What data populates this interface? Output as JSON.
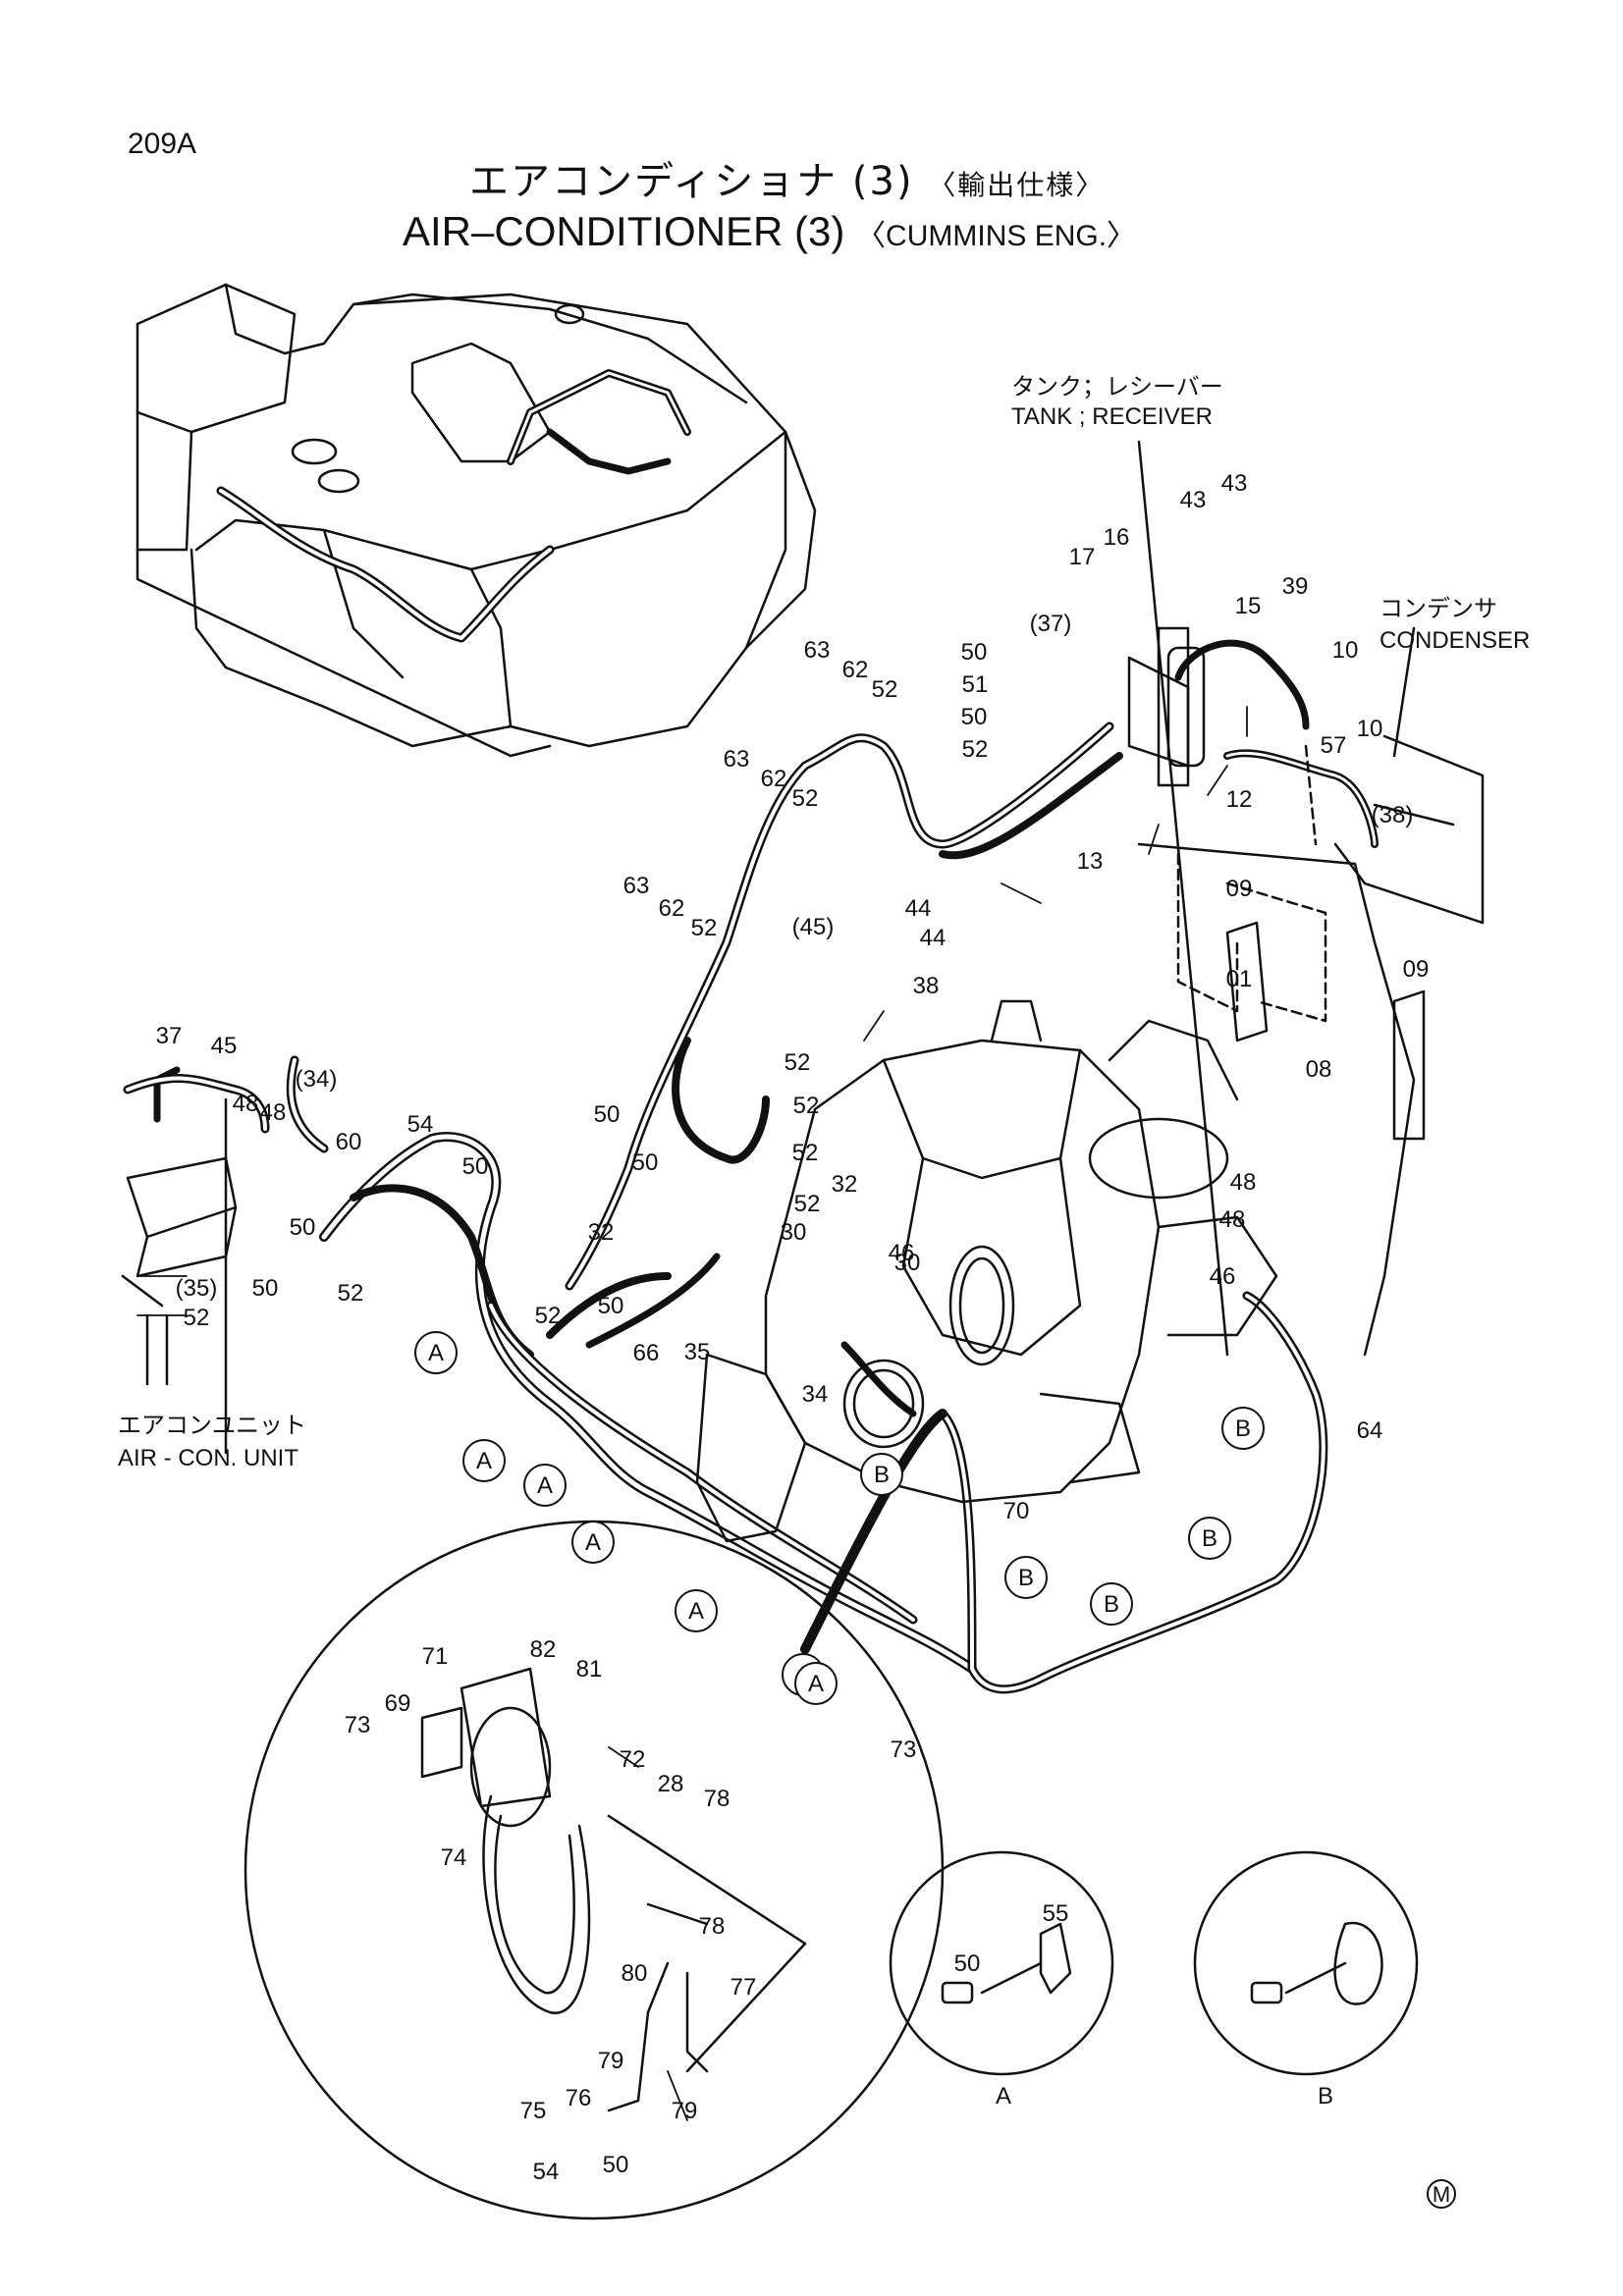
{
  "page_number": "209A",
  "title_jp": "エアコンディショナ (3)",
  "title_jp_suffix": "〈輸出仕様〉",
  "title_en": "AIR–CONDITIONER (3)",
  "title_en_suffix": "〈CUMMINS ENG.〉",
  "labels": {
    "tank_jp": "タンク；レシーバー",
    "tank_en": "TANK ; RECEIVER",
    "condenser_jp": "コンデンサ",
    "condenser_en": "CONDENSER",
    "aircon_jp": "エアコンユニット",
    "aircon_en": "AIR - CON. UNIT",
    "detail_a": "A",
    "detail_b": "B",
    "mark": "M"
  },
  "callouts": [
    "43",
    "43",
    "16",
    "17",
    "39",
    "15",
    "(37)",
    "50",
    "51",
    "50",
    "52",
    "12",
    "13",
    "10",
    "10",
    "57",
    "(38)",
    "63",
    "62",
    "52",
    "63",
    "62",
    "52",
    "09",
    "63",
    "62",
    "52",
    "(45)",
    "44",
    "44",
    "38",
    "01",
    "09",
    "08",
    "52",
    "37",
    "45",
    "48",
    "48",
    "(34)",
    "54",
    "60",
    "50",
    "52",
    "50",
    "52",
    "50",
    "52",
    "32",
    "30",
    "32",
    "30",
    "48",
    "48",
    "46",
    "46",
    "(35)",
    "52",
    "50",
    "50",
    "52",
    "50",
    "52",
    "66",
    "35",
    "34",
    "64",
    "70",
    "73",
    "71",
    "82",
    "81",
    "69",
    "73",
    "72",
    "28",
    "78",
    "74",
    "78",
    "80",
    "77",
    "79",
    "75",
    "76",
    "79",
    "54",
    "50",
    "55",
    "50"
  ],
  "markers": [
    "A",
    "A",
    "A",
    "A",
    "A",
    "A",
    "A",
    "B",
    "B",
    "B",
    "B",
    "B"
  ]
}
